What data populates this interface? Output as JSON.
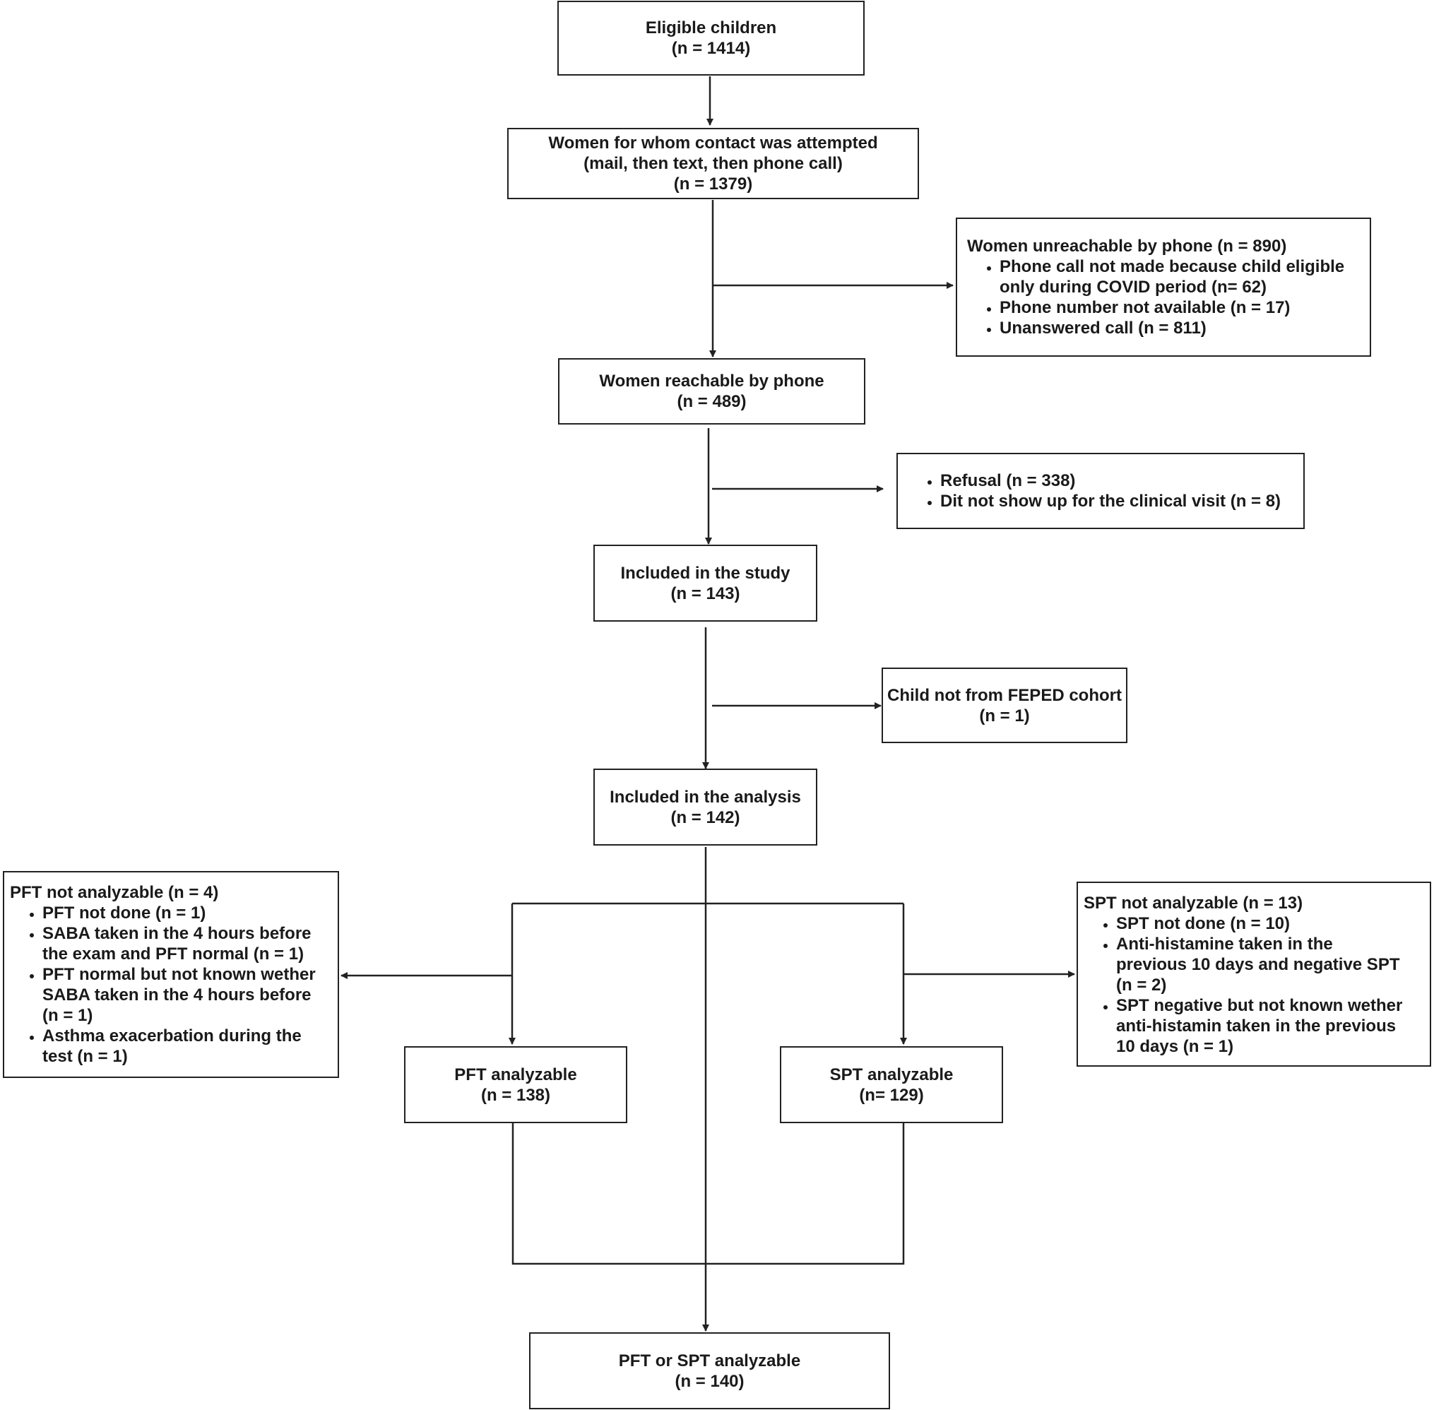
{
  "flowchart": {
    "eligible": {
      "title": "Eligible children",
      "count": "(n = 1414)"
    },
    "contact": {
      "title": "Women for whom contact was attempted",
      "detail": "(mail, then text, then phone call)",
      "count": "(n = 1379)"
    },
    "unreachable": {
      "title": "Women unreachable by phone (n = 890)",
      "items": [
        {
          "lines": [
            "Phone call not made because child eligible",
            "only during COVID period (n= 62)"
          ]
        },
        {
          "lines": [
            "Phone number not available (n = 17)"
          ]
        },
        {
          "lines": [
            "Unanswered call (n = 811)"
          ]
        }
      ]
    },
    "reachable": {
      "title": "Women reachable by phone",
      "count": "(n = 489)"
    },
    "refusal": {
      "items": [
        {
          "lines": [
            "Refusal (n = 338)"
          ]
        },
        {
          "lines": [
            "Dit not show up for the clinical visit (n = 8)"
          ]
        }
      ]
    },
    "included_study": {
      "title": "Included in the study",
      "count": "(n = 143)"
    },
    "not_feped": {
      "title": "Child not from FEPED cohort",
      "count": "(n = 1)"
    },
    "included_analysis": {
      "title": "Included in the analysis",
      "count": "(n = 142)"
    },
    "pft_not": {
      "title": "PFT not analyzable (n = 4)",
      "items": [
        {
          "lines": [
            "PFT not done (n = 1)"
          ]
        },
        {
          "lines": [
            "SABA taken in the 4 hours before",
            "the exam and PFT normal (n = 1)"
          ]
        },
        {
          "lines": [
            "PFT normal but not known wether",
            "SABA taken in the 4 hours before",
            "(n = 1)"
          ]
        },
        {
          "lines": [
            "Asthma exacerbation during the",
            "test (n = 1)"
          ]
        }
      ]
    },
    "spt_not": {
      "title": "SPT not analyzable (n = 13)",
      "items": [
        {
          "lines": [
            "SPT not done (n = 10)"
          ]
        },
        {
          "lines": [
            "Anti-histamine taken in the",
            "previous 10 days and negative SPT",
            "(n = 2)"
          ]
        },
        {
          "lines": [
            "SPT negative but not known wether",
            "anti-histamin taken in the previous",
            "10 days (n = 1)"
          ]
        }
      ]
    },
    "pft_ok": {
      "title": "PFT analyzable",
      "count": "(n = 138)"
    },
    "spt_ok": {
      "title": "SPT analyzable",
      "count": "(n= 129)"
    },
    "final": {
      "title": "PFT or SPT analyzable",
      "count": "(n = 140)"
    }
  }
}
